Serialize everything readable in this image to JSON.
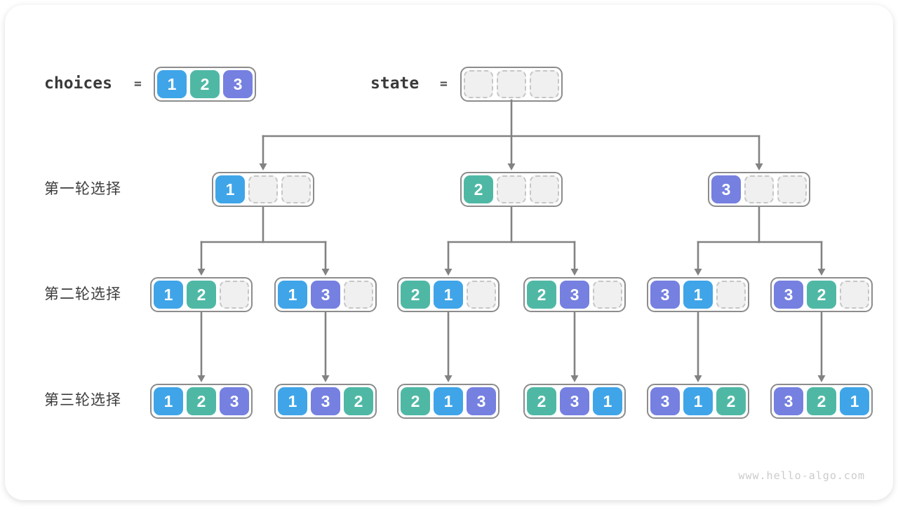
{
  "header": {
    "choices_label": "choices",
    "equals": "=",
    "state_label": "state",
    "choices_values": [
      "1",
      "2",
      "3"
    ],
    "state_cells": [
      null,
      null,
      null
    ]
  },
  "rows": [
    {
      "label": "第一轮选择",
      "nodes": [
        [
          "1",
          null,
          null
        ],
        [
          "2",
          null,
          null
        ],
        [
          "3",
          null,
          null
        ]
      ]
    },
    {
      "label": "第二轮选择",
      "nodes": [
        [
          "1",
          "2",
          null
        ],
        [
          "1",
          "3",
          null
        ],
        [
          "2",
          "1",
          null
        ],
        [
          "2",
          "3",
          null
        ],
        [
          "3",
          "1",
          null
        ],
        [
          "3",
          "2",
          null
        ]
      ]
    },
    {
      "label": "第三轮选择",
      "nodes": [
        [
          "1",
          "2",
          "3"
        ],
        [
          "1",
          "3",
          "2"
        ],
        [
          "2",
          "1",
          "3"
        ],
        [
          "2",
          "3",
          "1"
        ],
        [
          "3",
          "1",
          "2"
        ],
        [
          "3",
          "2",
          "1"
        ]
      ]
    }
  ],
  "colors": {
    "1": "#3fa5e8",
    "2": "#4fb8a5",
    "3": "#7580e0",
    "empty_fill": "#f0f0f0",
    "empty_border": "#c6c6c6",
    "node_border": "#8c8c8c",
    "line": "#828282",
    "label_text": "#3a3a3a",
    "watermark": "#cbcbcb"
  },
  "footer": {
    "watermark": "www.hello-algo.com"
  }
}
